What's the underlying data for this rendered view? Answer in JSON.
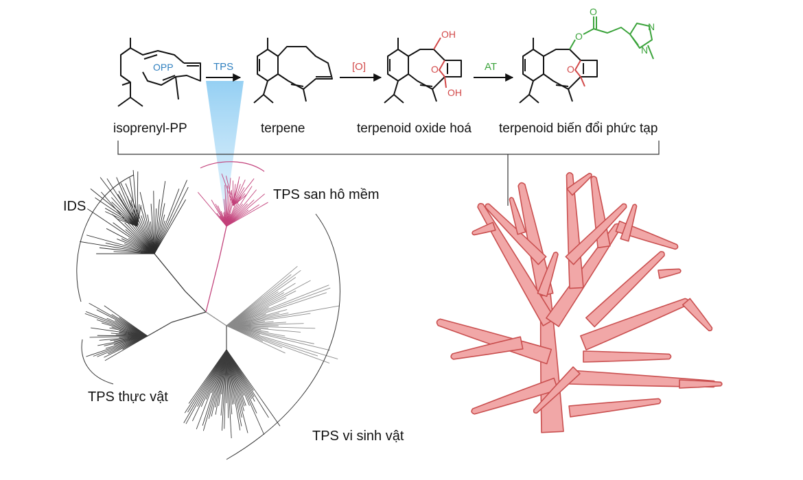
{
  "pathway": {
    "compounds": [
      {
        "id": "isoprenyl",
        "label": "isoprenyl-PP"
      },
      {
        "id": "terpene",
        "label": "terpene"
      },
      {
        "id": "oxidized",
        "label": "terpenoid oxide hoá"
      },
      {
        "id": "complex",
        "label": "terpenoid biến đổi phức tạp"
      }
    ],
    "arrows": [
      {
        "id": "tps",
        "label": "TPS",
        "color": "#2e7fbf"
      },
      {
        "id": "ox",
        "label": "[O]",
        "color": "#d24848"
      },
      {
        "id": "at",
        "label": "AT",
        "color": "#3ba33b"
      }
    ],
    "atoms": {
      "opp": "OPP",
      "oh": "OH",
      "o": "O",
      "n": "N"
    }
  },
  "tree": {
    "clades": [
      {
        "id": "ids",
        "label": "IDS",
        "color": "#2b2b2b"
      },
      {
        "id": "coral",
        "label": "TPS san hô mềm",
        "color": "#c2407a"
      },
      {
        "id": "plant",
        "label": "TPS thực vật",
        "color": "#3a3a3a"
      },
      {
        "id": "microbe",
        "label": "TPS vi sinh vật",
        "color": "#8a8a8a"
      }
    ]
  },
  "colors": {
    "blue": "#2e7fbf",
    "red": "#d24848",
    "green": "#3ba33b",
    "coral_fill": "#f1a7a7",
    "coral_stroke": "#c94f4f",
    "tps_beam": "#9fd3f3"
  },
  "icons": [
    "soft-coral-illustration",
    "phylogenetic-tree"
  ]
}
